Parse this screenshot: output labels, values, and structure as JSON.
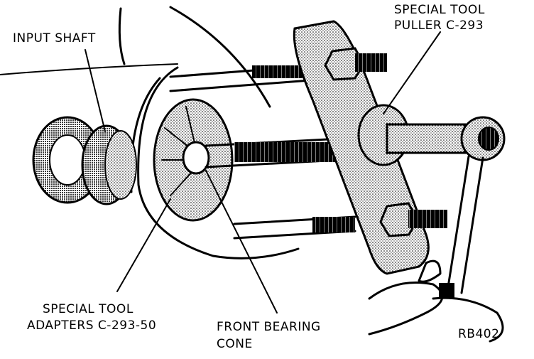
{
  "labels": {
    "input_shaft": "INPUT SHAFT",
    "special_tool_puller_line1": "SPECIAL TOOL",
    "special_tool_puller_line2": "PULLER C-293",
    "special_tool_adapters_line1": "SPECIAL TOOL",
    "special_tool_adapters_line2": "ADAPTERS C-293-50",
    "front_bearing_line1": "FRONT BEARING",
    "front_bearing_line2": "CONE",
    "figure_code": "RB402"
  }
}
